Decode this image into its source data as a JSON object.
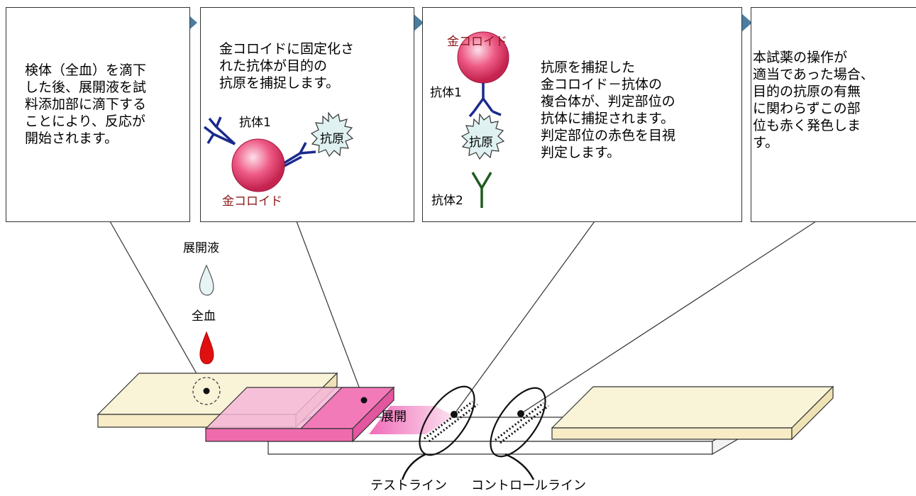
{
  "steps": [
    {
      "text": "検体（全血）を滴下\nした後、展開液を試\n料添加部に滴下する\nことにより、反応が\n開始されます。"
    },
    {
      "text": "金コロイドに固定化さ\nれた抗体が目的の\n抗原を捕捉します。"
    },
    {
      "text": "抗原を捕捉した\n金コロイド－抗体の\n複合体が、判定部位の\n抗体に捕捉されます。\n判定部位の赤色を目視\n判定します。"
    },
    {
      "text": "本試薬の操作が\n適当であった場合、\n目的の抗原の有無\nに関わらずこの部\n位も赤く発色しま\nす。"
    }
  ],
  "labels": {
    "antibody1": "抗体1",
    "antibody2": "抗体2",
    "antigen": "抗原",
    "gold_colloid": "金コロイド",
    "buffer": "展開液",
    "whole_blood": "全血",
    "development": "展開",
    "test_line": "テストライン",
    "control_line": "コントロールライン"
  },
  "colors": {
    "antibody_blue": "#1a2a8c",
    "antibody_green": "#1f5a1f",
    "gold_colloid": "#e0406a",
    "blood": "#e01010",
    "conjugate_pad": "#f27ab8",
    "sample_pad": "#f9f3d8",
    "arrow": "#6d9bb8"
  }
}
